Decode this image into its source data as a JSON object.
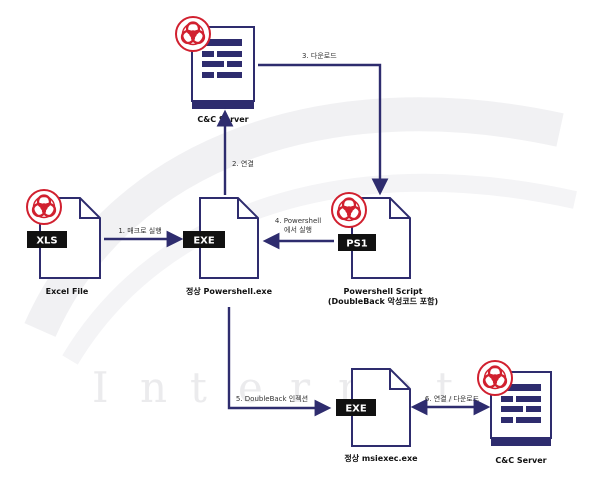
{
  "watermark": {
    "letters": [
      "I",
      "n",
      "t",
      "e",
      "r",
      "n",
      "e",
      "t"
    ]
  },
  "nodes": {
    "cc_server_top": {
      "label": "C&C Server"
    },
    "excel_file": {
      "badge": "XLS",
      "label": "Excel File"
    },
    "powershell_exe": {
      "badge": "EXE",
      "label": "정상 Powershell.exe"
    },
    "powershell_script": {
      "badge": "PS1",
      "label_line1": "Powershell Script",
      "label_line2": "(DoubleBack 악성코드 포함)"
    },
    "msiexec_exe": {
      "badge": "EXE",
      "label": "정상 msiexec.exe"
    },
    "cc_server_bottom": {
      "label": "C&C Server"
    }
  },
  "edges": {
    "e1": {
      "label": "1. 매크로 실행"
    },
    "e2": {
      "label": "2. 연결"
    },
    "e3": {
      "label": "3. 다운로드"
    },
    "e4": {
      "label_line1": "4. Powershell",
      "label_line2": "에서 실행"
    },
    "e5": {
      "label": "5. DoubleBack 인젝션"
    },
    "e6": {
      "label": "6. 연결 / 다운로드"
    }
  },
  "colors": {
    "arrow": "#2e2c6e",
    "badge_bg": "#111111",
    "badge_text": "#ffffff",
    "biohazard": "#d1202f",
    "outline": "#2e2c6e",
    "watermark": "#f0f0f2"
  }
}
